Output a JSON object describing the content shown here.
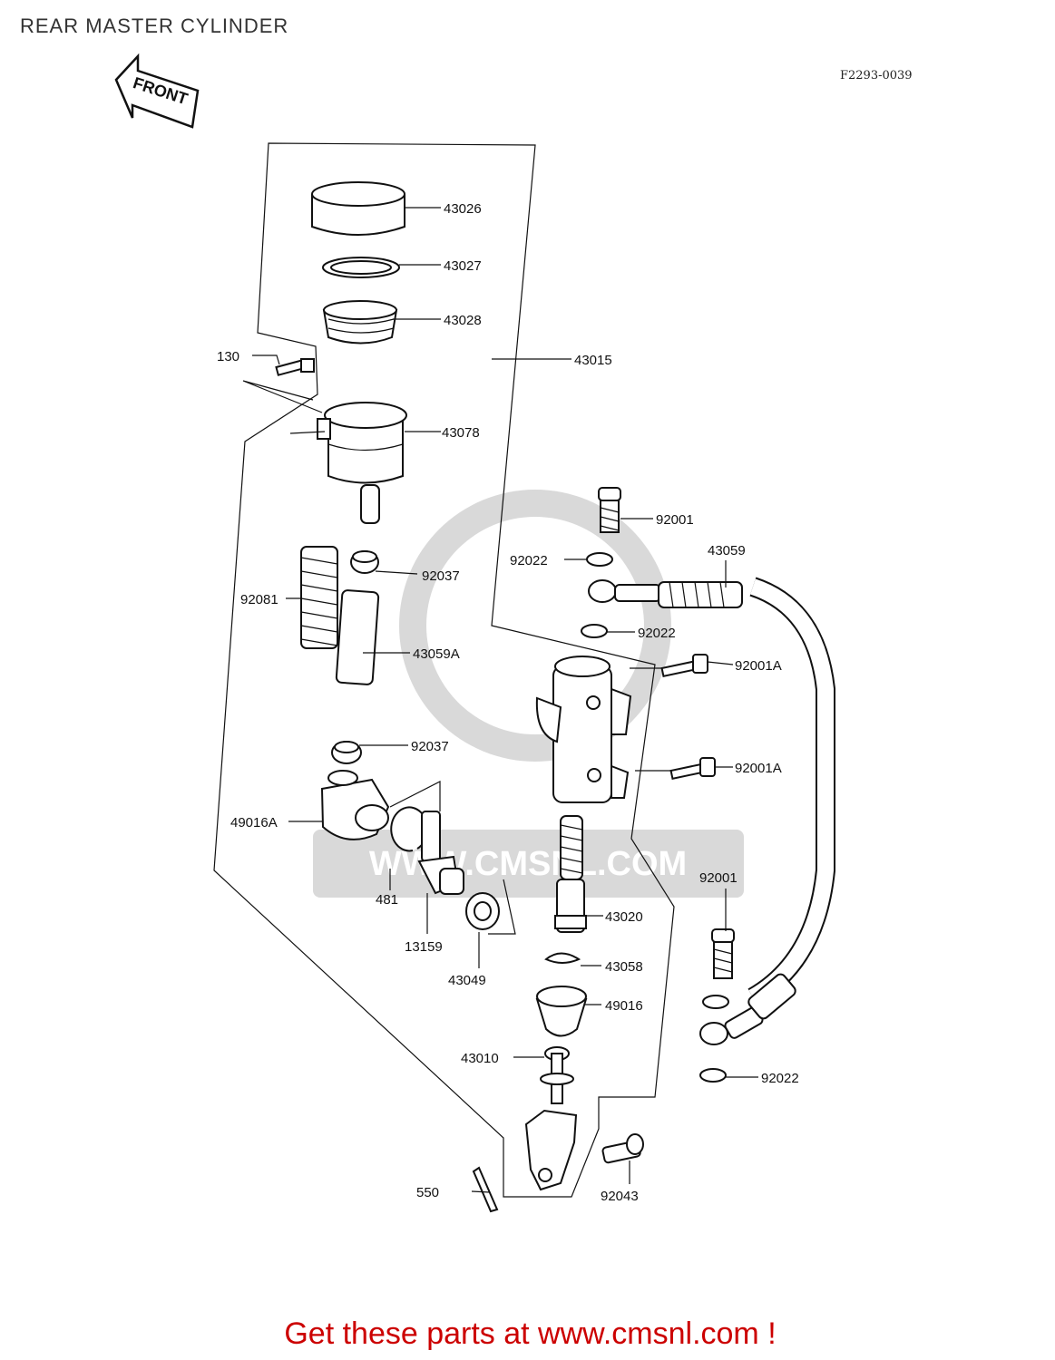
{
  "title": "REAR MASTER CYLINDER",
  "diagram_code": "F2293-0039",
  "front_label": "FRONT",
  "footer": "Get these parts at www.cmsnl.com !",
  "watermark": "WWW.CMSNL.COM",
  "parts": {
    "p43026": "43026",
    "p43027": "43027",
    "p43028": "43028",
    "p43015": "43015",
    "p130": "130",
    "p43078": "43078",
    "p92001a": "92001",
    "p92022a": "92022",
    "p43059": "43059",
    "p92037a": "92037",
    "p92081": "92081",
    "p92022b": "92022",
    "p43059A": "43059A",
    "p92001Aa": "92001A",
    "p92037b": "92037",
    "p92001Ab": "92001A",
    "p49016A": "49016A",
    "p92001b": "92001",
    "p481": "481",
    "p43020": "43020",
    "p13159": "13159",
    "p43058": "43058",
    "p43049": "43049",
    "p49016": "49016",
    "p43010": "43010",
    "p92022c": "92022",
    "p550": "550",
    "p92043": "92043"
  }
}
